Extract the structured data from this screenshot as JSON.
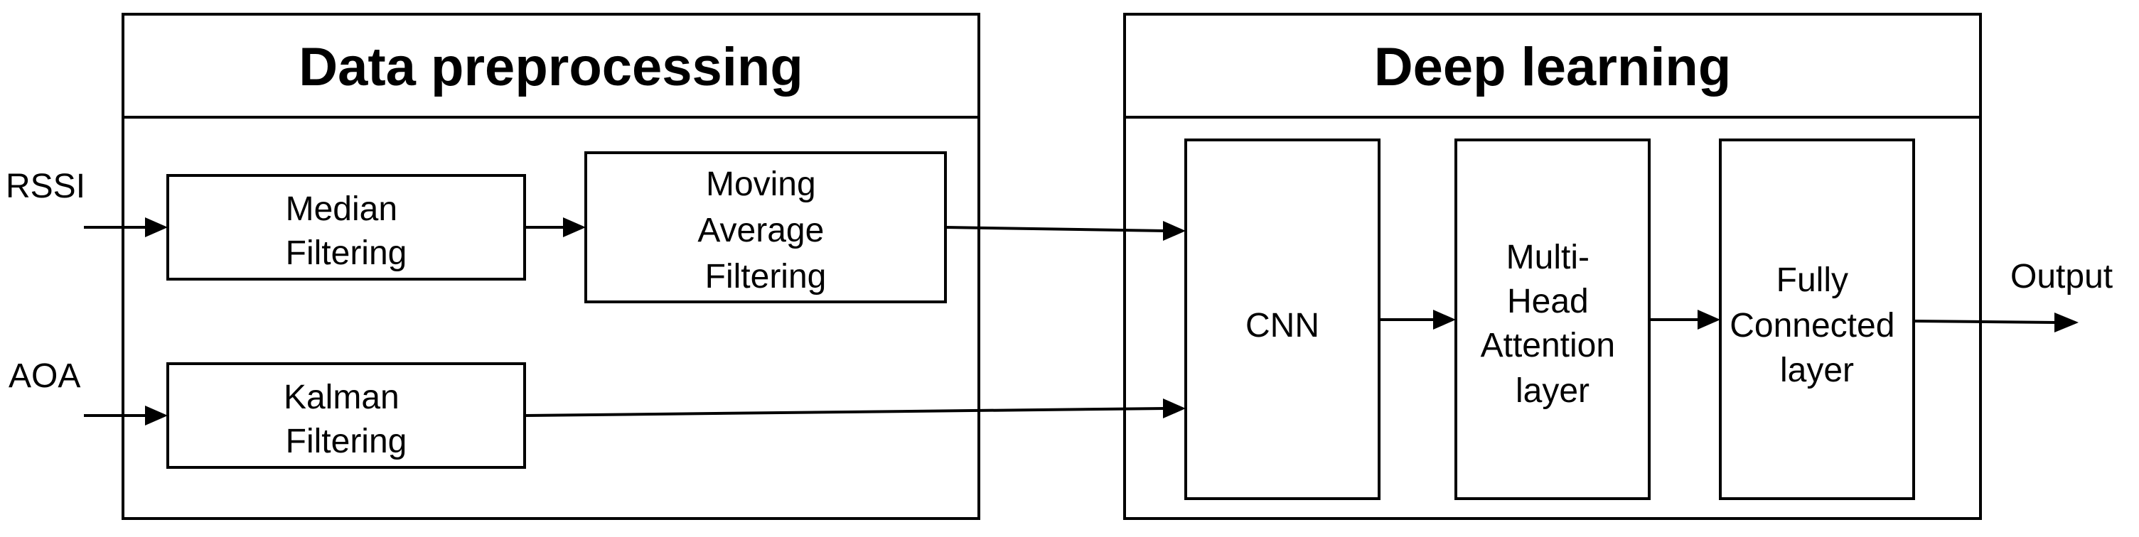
{
  "sections": {
    "preprocessing_title": "Data preprocessing",
    "deep_learning_title": "Deep learning"
  },
  "inputs": {
    "rssi": "RSSI",
    "aoa": "AOA"
  },
  "output": "Output",
  "blocks": {
    "median": [
      "Median",
      "Filtering"
    ],
    "moving_average": [
      "Moving",
      "Average",
      "Filtering"
    ],
    "kalman": [
      "Kalman",
      "Filtering"
    ],
    "cnn": [
      "CNN"
    ],
    "attention": [
      "Multi-",
      "Head",
      "Attention",
      "layer"
    ],
    "fully_connected": [
      "Fully",
      "Connected",
      "layer"
    ]
  }
}
